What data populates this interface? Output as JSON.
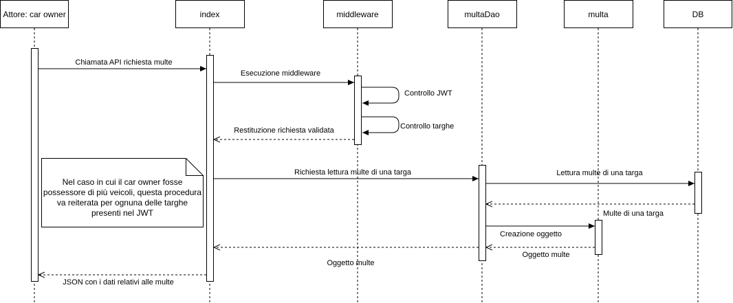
{
  "participants": [
    {
      "id": "owner",
      "label": "Attore: car owner"
    },
    {
      "id": "index",
      "label": "index"
    },
    {
      "id": "middleware",
      "label": "middleware"
    },
    {
      "id": "multaDao",
      "label": "multaDao"
    },
    {
      "id": "multa",
      "label": "multa"
    },
    {
      "id": "db",
      "label": "DB"
    }
  ],
  "messages": [
    {
      "id": "m1",
      "label": "Chiamata API richiesta multe",
      "type": "sync"
    },
    {
      "id": "m2",
      "label": "Esecuzione middleware",
      "type": "sync"
    },
    {
      "id": "m3",
      "label": "Controllo JWT",
      "type": "self"
    },
    {
      "id": "m4",
      "label": "Controllo targhe",
      "type": "self"
    },
    {
      "id": "m5",
      "label": "Restituzione richiesta validata",
      "type": "return"
    },
    {
      "id": "m6",
      "label": "Richiesta lettura multe di una targa",
      "type": "sync"
    },
    {
      "id": "m7",
      "label": "Lettura multe di una targa",
      "type": "sync"
    },
    {
      "id": "m8",
      "label": "Multe di una targa",
      "type": "return"
    },
    {
      "id": "m9",
      "label": "Creazione oggetto",
      "type": "sync"
    },
    {
      "id": "m10",
      "label": "Oggetto multe",
      "type": "return"
    },
    {
      "id": "m11",
      "label": "Oggetto multe",
      "type": "return"
    },
    {
      "id": "m12",
      "label": "JSON con i dati relativi alle multe",
      "type": "return"
    }
  ],
  "note": {
    "text": "Nel caso in cui il car owner fosse possessore di più veicoli, questa procedura va reiterata per ognuna delle targhe presenti nel JWT"
  }
}
